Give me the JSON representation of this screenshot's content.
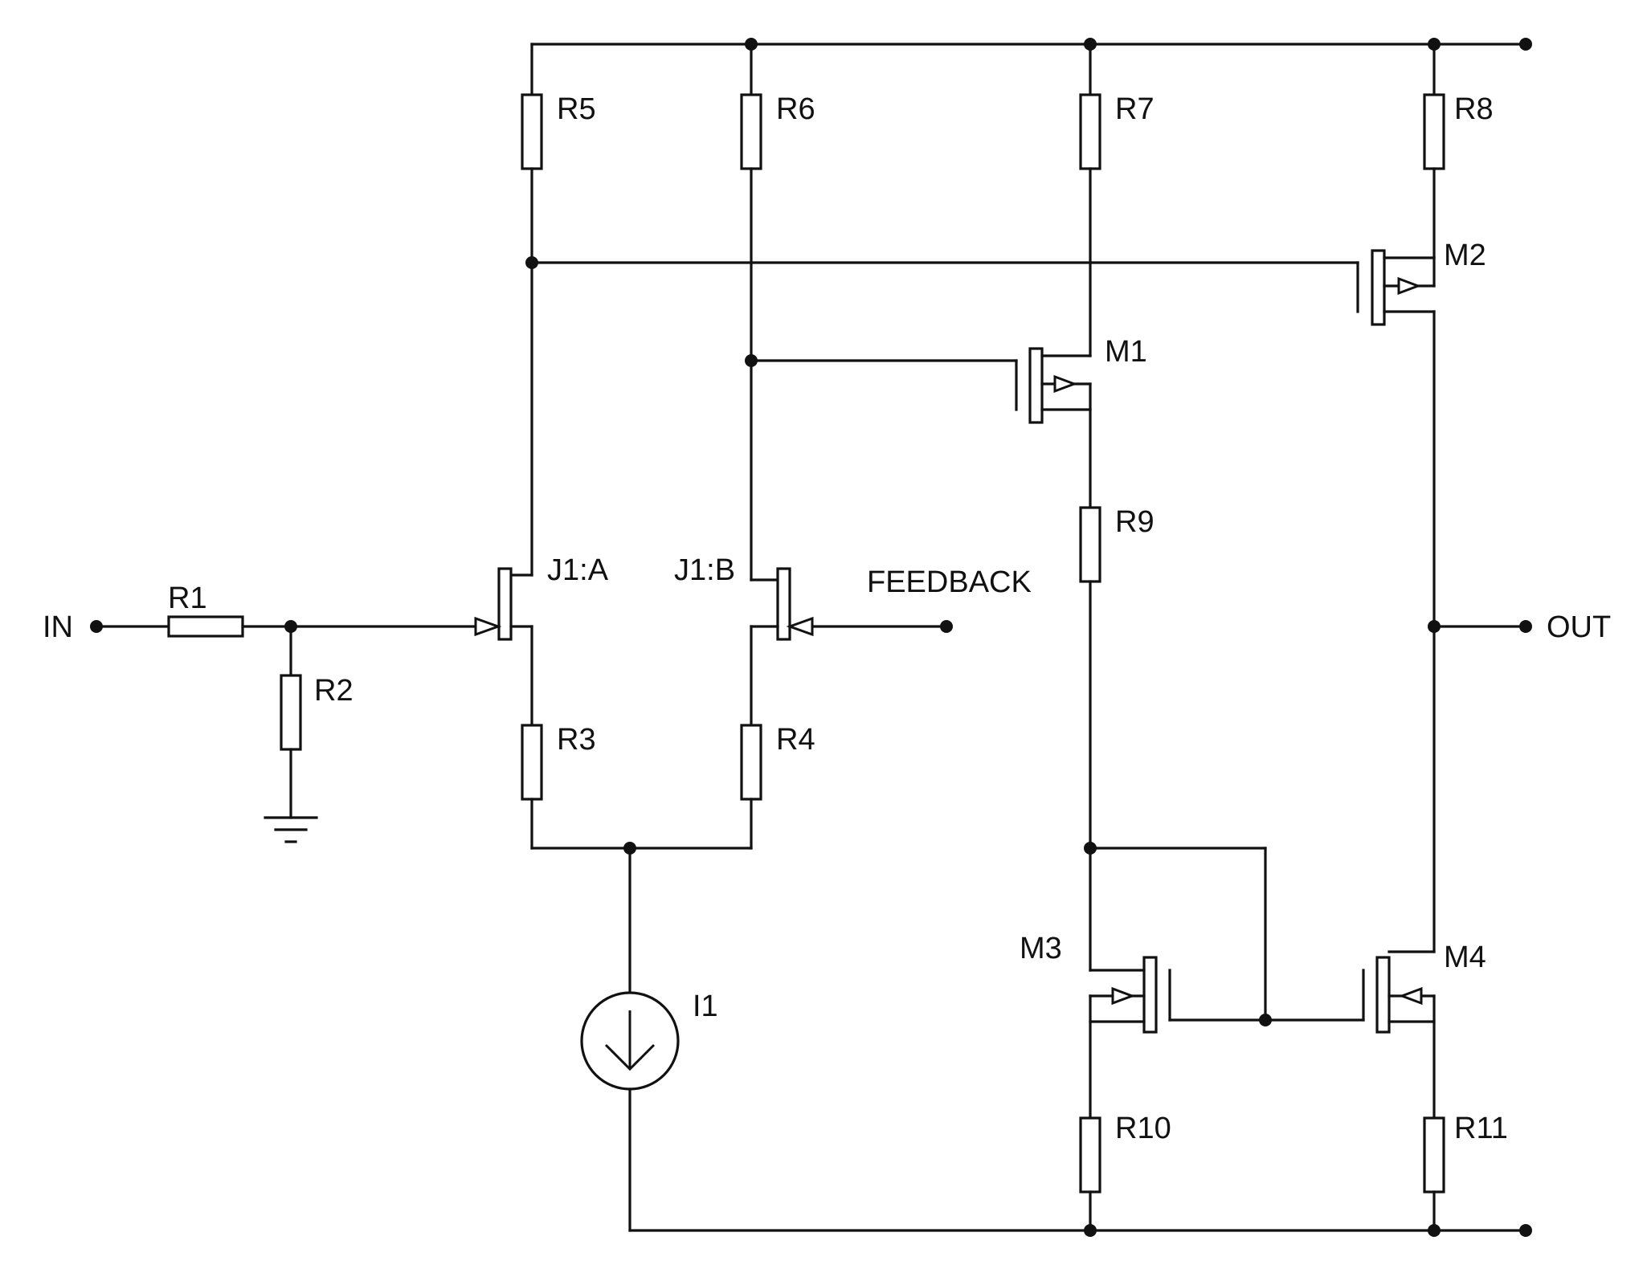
{
  "diagram": {
    "labels": {
      "in": "IN",
      "out": "OUT",
      "feedback": "FEEDBACK"
    },
    "resistors": {
      "r1": "R1",
      "r2": "R2",
      "r3": "R3",
      "r4": "R4",
      "r5": "R5",
      "r6": "R6",
      "r7": "R7",
      "r8": "R8",
      "r9": "R9",
      "r10": "R10",
      "r11": "R11"
    },
    "transistors": {
      "j1a": "J1:A",
      "j1b": "J1:B",
      "m1": "M1",
      "m2": "M2",
      "m3": "M3",
      "m4": "M4"
    },
    "sources": {
      "i1": "I1"
    },
    "colors": {
      "line": "#111111",
      "background": "#ffffff"
    }
  }
}
